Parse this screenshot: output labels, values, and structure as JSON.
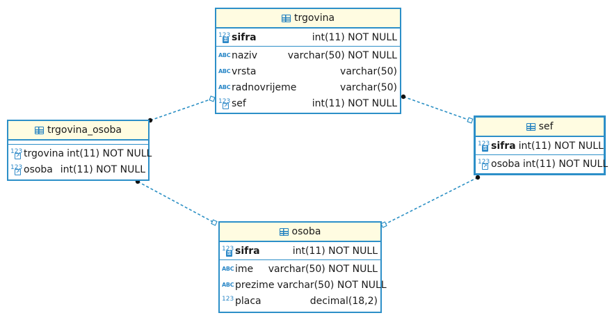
{
  "diagram": {
    "entities": {
      "trgovina": {
        "title": "trgovina",
        "keys": [
          {
            "name": "sifra",
            "type": "int(11) NOT NULL",
            "icon": "number-key",
            "pk": true
          }
        ],
        "columns": [
          {
            "name": "naziv",
            "type": "varchar(50) NOT NULL",
            "icon": "text"
          },
          {
            "name": "vrsta",
            "type": "varchar(50)",
            "icon": "text"
          },
          {
            "name": "radnovrijeme",
            "type": "varchar(50)",
            "icon": "text"
          },
          {
            "name": "sef",
            "type": "int(11) NOT NULL",
            "icon": "number-fk"
          }
        ]
      },
      "trgovina_osoba": {
        "title": "trgovina_osoba",
        "keys": [],
        "columns": [
          {
            "name": "trgovina",
            "type": "int(11) NOT NULL",
            "icon": "number-fk"
          },
          {
            "name": "osoba",
            "type": "int(11) NOT NULL",
            "icon": "number-fk"
          }
        ]
      },
      "sef": {
        "title": "sef",
        "keys": [
          {
            "name": "sifra",
            "type": "int(11) NOT NULL",
            "icon": "number-key",
            "pk": true
          }
        ],
        "columns": [
          {
            "name": "osoba",
            "type": "int(11) NOT NULL",
            "icon": "number-fk"
          }
        ]
      },
      "osoba": {
        "title": "osoba",
        "keys": [
          {
            "name": "sifra",
            "type": "int(11) NOT NULL",
            "icon": "number-key",
            "pk": true
          }
        ],
        "columns": [
          {
            "name": "ime",
            "type": "varchar(50) NOT NULL",
            "icon": "text"
          },
          {
            "name": "prezime",
            "type": "varchar(50) NOT NULL",
            "icon": "text"
          },
          {
            "name": "placa",
            "type": "decimal(18,2)",
            "icon": "number"
          }
        ]
      }
    },
    "relationships": [
      {
        "from": "trgovina_osoba",
        "to": "trgovina"
      },
      {
        "from": "trgovina",
        "to": "sef"
      },
      {
        "from": "trgovina_osoba",
        "to": "osoba"
      },
      {
        "from": "sef",
        "to": "osoba"
      }
    ],
    "colors": {
      "border": "#2c8fc8",
      "header_bg": "#fffce1",
      "icon": "#2a87c7",
      "connector": "#2a8fc4"
    }
  }
}
